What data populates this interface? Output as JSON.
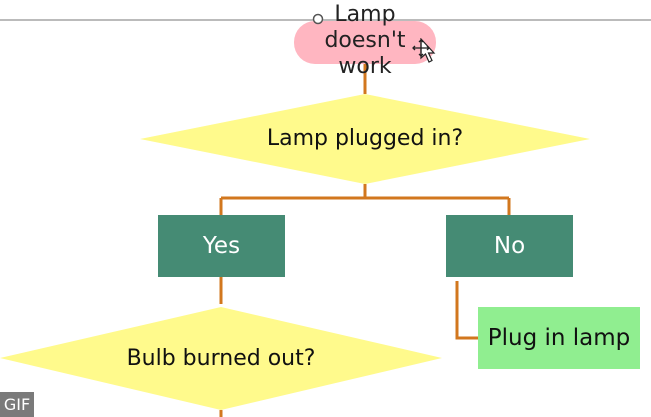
{
  "flowchart": {
    "start": {
      "label": "Lamp doesn't work",
      "line1": "Lamp",
      "line2": "doesn't",
      "line3": "work",
      "color": "#FFB6C1"
    },
    "decision1": {
      "label": "Lamp plugged in?",
      "color": "#FFFA8C"
    },
    "yes_box": {
      "label": "Yes",
      "color": "#458B74"
    },
    "no_box": {
      "label": "No",
      "color": "#458B74"
    },
    "action": {
      "label": "Plug in lamp",
      "color": "#90EE90"
    },
    "decision2": {
      "label": "Bulb burned out?",
      "color": "#FFFA8C"
    },
    "connector_color": "#D2771E"
  },
  "overlay": {
    "badge": "GIF",
    "cursor_icon": "move-cursor-icon"
  }
}
